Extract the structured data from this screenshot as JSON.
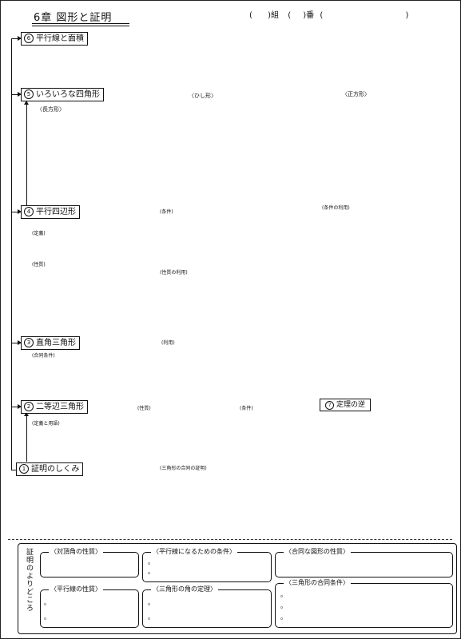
{
  "header": {
    "title": "6章 図形と証明",
    "class_open": "(",
    "class_close": ")組",
    "num_open": "(",
    "num_close": ")番",
    "name_open": "(",
    "name_close": ")"
  },
  "sections": [
    {
      "num": "6",
      "label": "平行線と面積"
    },
    {
      "num": "5",
      "label": "いろいろな四角形"
    },
    {
      "num": "4",
      "label": "平行四辺形"
    },
    {
      "num": "3",
      "label": "直角三角形"
    },
    {
      "num": "2",
      "label": "二等辺三角形"
    },
    {
      "num": "1",
      "label": "証明のしくみ"
    }
  ],
  "notes": {
    "rhombus": "〈ひし形〉",
    "square": "〈正方形〉",
    "rectangle": "〈長方形〉",
    "condition": "(条件)",
    "condition_use": "(条件の利用)",
    "definition": "(定義)",
    "property": "(性質)",
    "property_use": "(性質の利用)",
    "use": "(利用)",
    "congruence": "(合同条件)",
    "property2": "(性質)",
    "condition2": "(条件)",
    "def_term": "(定義と用語)",
    "triangle_proof": "(三角形の合同の証明)",
    "converse": "定理の逆",
    "converse_num": "7"
  },
  "bottom": {
    "side_label": "証明のよりどころ",
    "boxes": [
      {
        "title": "〈対頂角の性質〉"
      },
      {
        "title": "〈平行線になるための条件〉"
      },
      {
        "title": "〈合同な図形の性質〉"
      },
      {
        "title": "〈平行線の性質〉"
      },
      {
        "title": "〈三角形の角の定理〉"
      },
      {
        "title": "〈三角形の合同条件〉"
      }
    ],
    "bullet": "。"
  }
}
